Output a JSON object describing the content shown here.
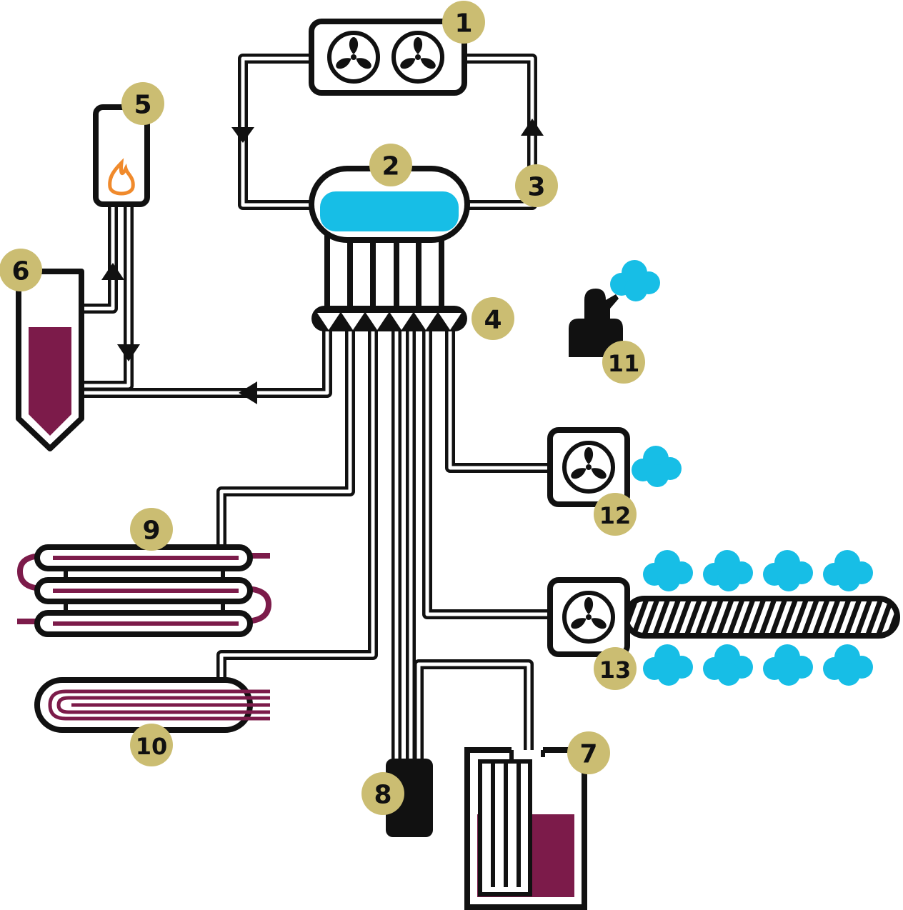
{
  "labels": {
    "l1": "1",
    "l2": "2",
    "l3": "3",
    "l4": "4",
    "l5": "5",
    "l6": "6",
    "l7": "7",
    "l8": "8",
    "l9": "9",
    "l10": "10",
    "l11": "11",
    "l12": "12",
    "l13": "13"
  },
  "colors": {
    "line": "#111111",
    "badge": "#cbbd72",
    "water": "#17bee6",
    "liquid": "#7c1b4a",
    "flame": "#f08a2c"
  },
  "icons": {
    "fan": "fan-icon",
    "flame": "flame-icon",
    "cloud": "cloud-icon",
    "flow_arrow": "flow-arrow-icon"
  }
}
